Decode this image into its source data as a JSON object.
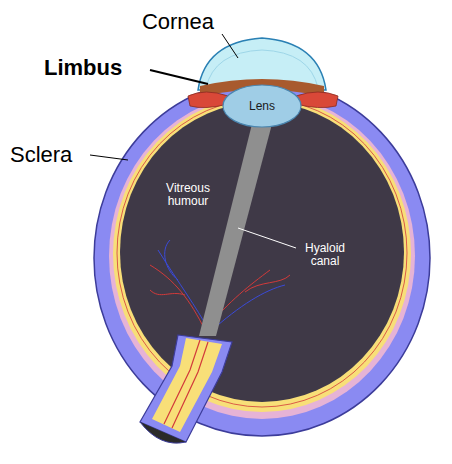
{
  "diagram": {
    "nodes": [
      {
        "text": [
          "Lens"
        ]
      }
    ],
    "labels": [
      "Cornea",
      "Limbus",
      "Sclera",
      "Vitreous humour",
      "Hyaloid canal"
    ]
  }
}
